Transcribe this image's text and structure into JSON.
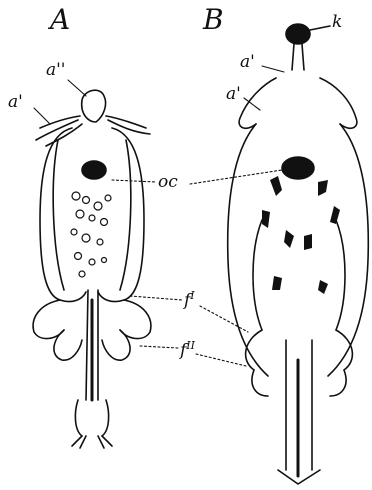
{
  "panels": {
    "a": "A",
    "b": "B"
  },
  "labels": {
    "a1_left": "a'",
    "a2_left": "a''",
    "a1_right_top": "a'",
    "a1_right_low": "a'",
    "k": "k",
    "oc": "oc",
    "f": "f",
    "f_sup_1": "I",
    "f_sup_2": "II"
  },
  "colors": {
    "ink": "#111111",
    "paper": "#ffffff"
  }
}
